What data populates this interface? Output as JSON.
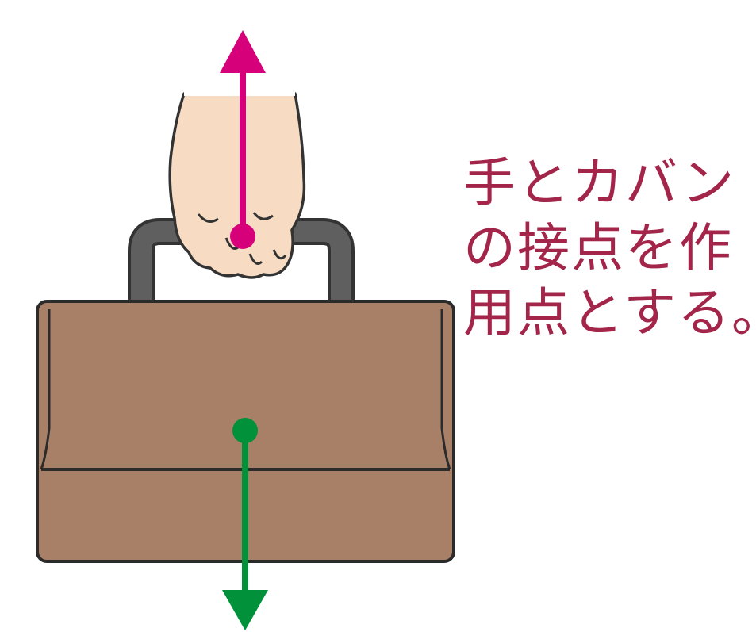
{
  "caption": {
    "lines": [
      "手とカバン",
      "の接点を作",
      "用点とする。"
    ]
  },
  "colors": {
    "caption_text": "#A3254A",
    "upward_force_arrow": "#D6007B",
    "downward_force_arrow": "#00913A",
    "bag_body": "#A88068",
    "bag_outline": "#2B2B2B",
    "handle": "#5F5F5F",
    "hand_skin": "#F7DCC3",
    "hand_outline": "#333333"
  },
  "icons": {
    "hand": "hand-gripping-icon",
    "bag": "briefcase-icon",
    "up_arrow": "arrow-up-icon",
    "down_arrow": "arrow-down-icon"
  }
}
